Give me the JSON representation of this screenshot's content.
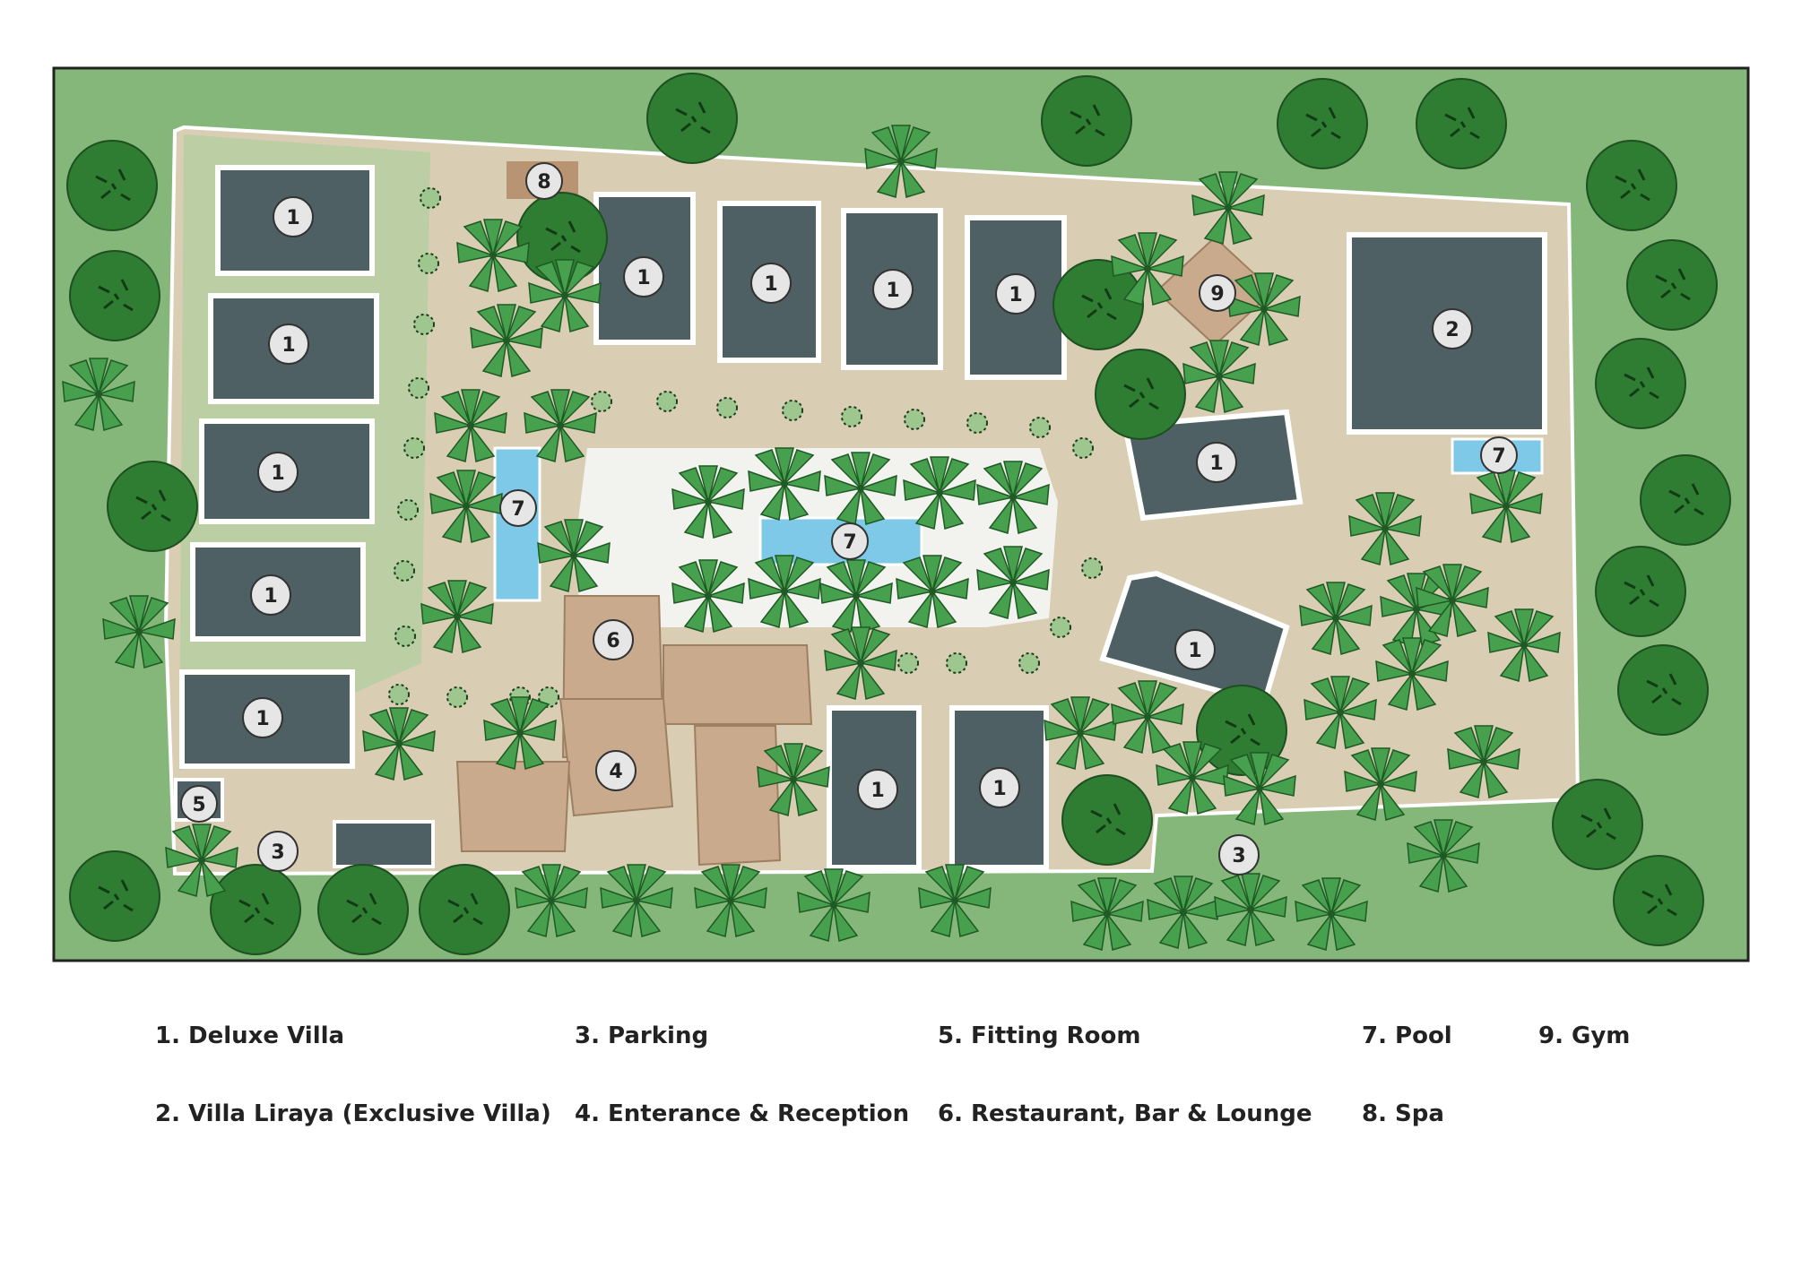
{
  "map": {
    "colors": {
      "grass": "#86b77a",
      "path": "#d9cdb3",
      "courtyard": "#f2f2ee",
      "villa_roof": "#4e6063",
      "villa_border": "#ffffff",
      "thatch": "#c9aa8d",
      "pool": "#7ec9e8",
      "tree_dark": "#2f7d32",
      "palm": "#3f9a48",
      "marker_fill": "#e6e6e6"
    },
    "markers": {
      "deluxe_villa": "1",
      "exclusive_villa": "2",
      "parking": "3",
      "reception": "4",
      "fitting_room": "5",
      "restaurant": "6",
      "pool": "7",
      "spa": "8",
      "gym": "9"
    }
  },
  "legend": {
    "col1": [
      "1. Deluxe Villa",
      "2. Villa Liraya (Exclusive Villa)"
    ],
    "col2": [
      "3. Parking",
      "4. Enterance & Reception"
    ],
    "col3": [
      "5. Fitting Room",
      "6. Restaurant, Bar & Lounge"
    ],
    "col4": [
      "7. Pool",
      "8. Spa"
    ],
    "col5": [
      "9. Gym"
    ]
  }
}
